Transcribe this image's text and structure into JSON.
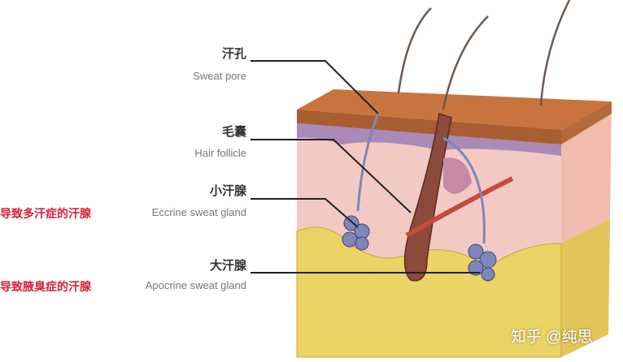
{
  "labels": [
    {
      "zh": "汗孔",
      "en": "Sweat pore"
    },
    {
      "zh": "毛囊",
      "en": "Hair follicle"
    },
    {
      "zh": "小汗腺",
      "en": "Eccrine sweat gland",
      "note": "导致多汗症的汗腺"
    },
    {
      "zh": "大汗腺",
      "en": "Apocrine sweat gland",
      "note": "导致腋臭症的汗腺"
    }
  ],
  "watermark": "知乎 @纯思",
  "colors": {
    "note": "#d8203a",
    "epidermis": "#c9743f",
    "dermis": "#f2c6c2",
    "fat": "#e9cf5c",
    "gland": "#7f86b8"
  }
}
